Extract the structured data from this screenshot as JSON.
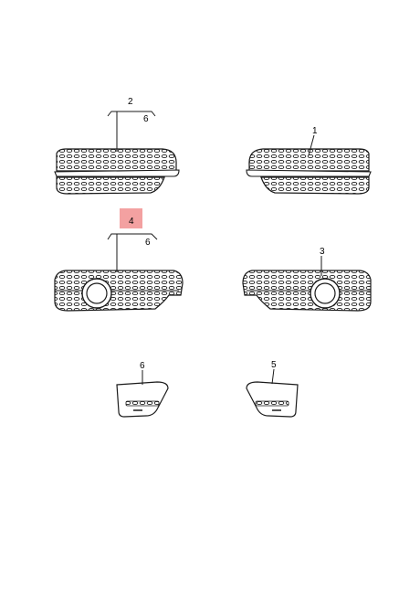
{
  "callouts": {
    "top_left_group": "2",
    "top_left_sub": "6",
    "top_right": "1",
    "mid_left_group": "4",
    "mid_left_sub": "6",
    "mid_right": "3",
    "bottom_left": "6",
    "bottom_right": "5"
  },
  "colors": {
    "line": "#1a1a1a",
    "highlight": "#f08a8a"
  }
}
